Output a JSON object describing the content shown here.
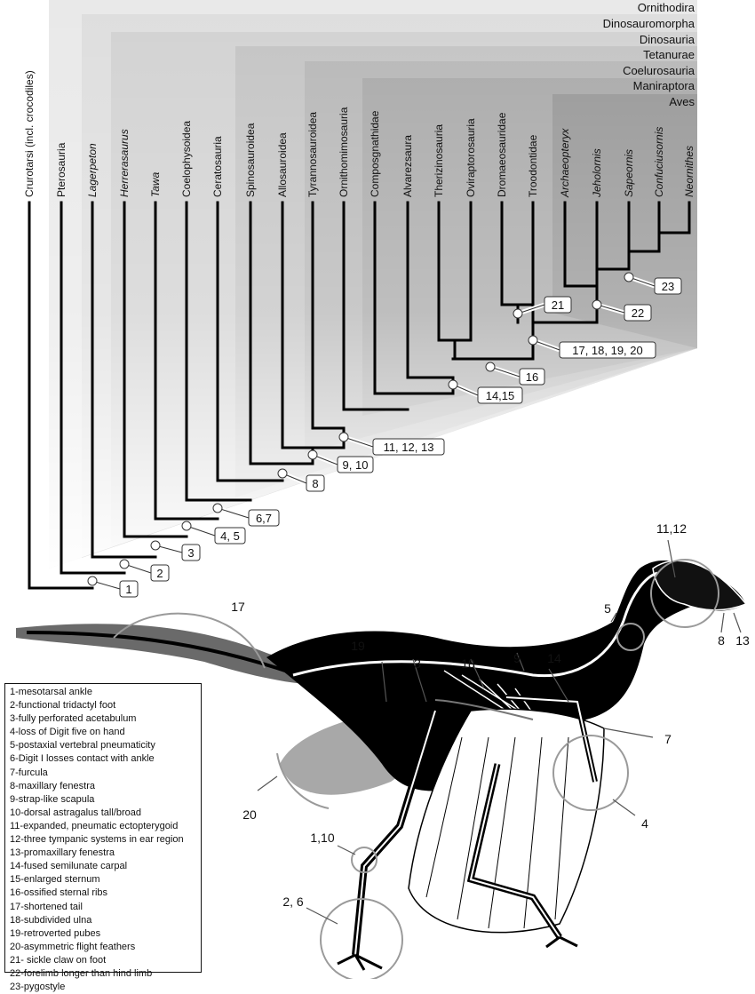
{
  "clades": [
    "Ornithodira",
    "Dinosauromorpha",
    "Dinosauria",
    "Tetanurae",
    "Coelurosauria",
    "Maniraptora",
    "Aves"
  ],
  "taxa": [
    {
      "name": "Crurotarsi (incl. crocodiles)",
      "italic": false
    },
    {
      "name": "Pterosauria",
      "italic": false
    },
    {
      "name": "Lagerpeton",
      "italic": true
    },
    {
      "name": "Herrerasaurus",
      "italic": true
    },
    {
      "name": "Tawa",
      "italic": true
    },
    {
      "name": "Coelophysoidea",
      "italic": false
    },
    {
      "name": "Ceratosauria",
      "italic": false
    },
    {
      "name": "Spinosauroidea",
      "italic": false
    },
    {
      "name": "Allosauroidea",
      "italic": false
    },
    {
      "name": "Tyrannosauroidea",
      "italic": false
    },
    {
      "name": "Ornithomimosauria",
      "italic": false
    },
    {
      "name": "Composgnathidae",
      "italic": false
    },
    {
      "name": "Alvarezsaura",
      "italic": false
    },
    {
      "name": "Therizinosauria",
      "italic": false
    },
    {
      "name": "Oviraptorosauria",
      "italic": false
    },
    {
      "name": "Dromaeosauridae",
      "italic": false
    },
    {
      "name": "Troodontidae",
      "italic": false
    },
    {
      "name": "Archaeopteryx",
      "italic": true
    },
    {
      "name": "Jeholornis",
      "italic": true
    },
    {
      "name": "Sapeornis",
      "italic": true
    },
    {
      "name": "Confuciusornis",
      "italic": true
    },
    {
      "name": "Neornithes",
      "italic": true
    }
  ],
  "node_labels": [
    "1",
    "2",
    "3",
    "4, 5",
    "6,7",
    "8",
    "9, 10",
    "11, 12, 13",
    "14,15",
    "16",
    "17, 18, 19, 20",
    "21",
    "22",
    "23"
  ],
  "skeleton_callouts": [
    "17",
    "19",
    "3",
    "18",
    "9",
    "14",
    "11,12",
    "5",
    "8",
    "13",
    "7",
    "4",
    "20",
    "1,10",
    "2, 6"
  ],
  "legend": [
    "1-mesotarsal ankle",
    "2-functional tridactyl foot",
    "3-fully perforated acetabulum",
    "4-loss of Digit five on hand",
    "5-postaxial vertebral pneumaticity",
    "6-Digit I losses contact with ankle",
    "7-furcula",
    "8-maxillary fenestra",
    "9-strap-like scapula",
    "10-dorsal astragalus tall/broad",
    "11-expanded, pneumatic ectopterygoid",
    "12-three tympanic systems in ear region",
    "13-promaxillary fenestra",
    "14-fused semilunate carpal",
    "15-enlarged sternum",
    "16-ossified sternal ribs",
    "17-shortened tail",
    "18-subdivided ulna",
    "19-retroverted pubes",
    "20-asymmetric flight feathers",
    "21- sickle claw on foot",
    "22-forelimb longer than hind limb",
    "23-pygostyle"
  ]
}
